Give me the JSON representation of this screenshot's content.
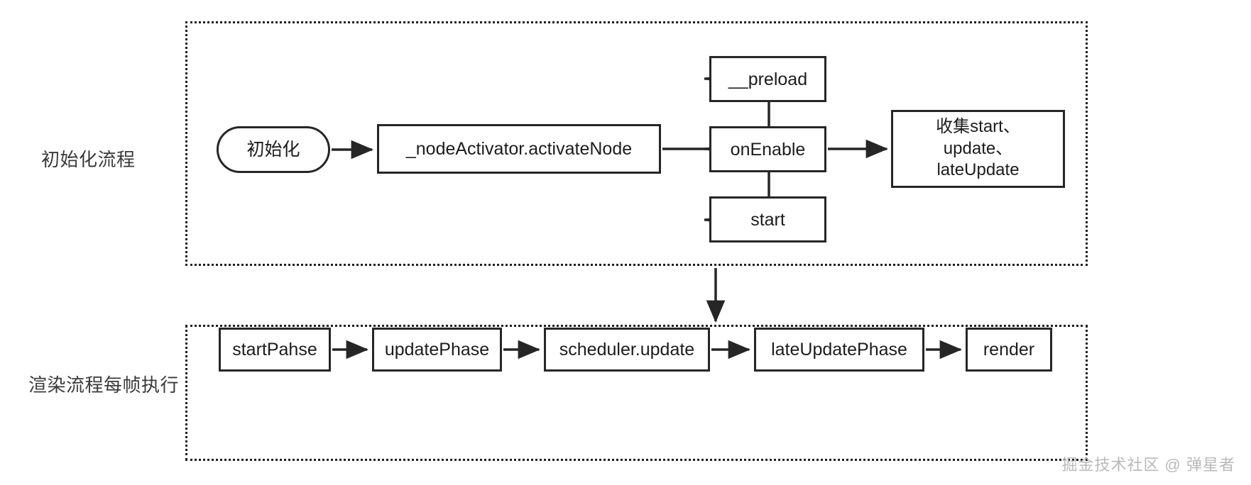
{
  "diagram": {
    "title_rows": [
      {
        "id": "init",
        "label": "初始化流程"
      },
      {
        "id": "render",
        "label": "渲染流程每帧执行"
      }
    ],
    "groups": {
      "init_label": "初始化流程",
      "render_label": "渲染流程每帧执行"
    },
    "nodes": {
      "init": "初始化",
      "activate_node": "_nodeActivator.activateNode",
      "preload": "__preload",
      "on_enable": "onEnable",
      "start": "start",
      "collect": "收集start、\nupdate、\nlateUpdate",
      "start_phase": "startPahse",
      "update_phase": "updatePhase",
      "scheduler_update": "scheduler.update",
      "late_update_phase": "lateUpdatePhase",
      "render": "render"
    },
    "edges": [
      {
        "from": "init",
        "to": "activate_node"
      },
      {
        "from": "activate_node",
        "to": "preload"
      },
      {
        "from": "activate_node",
        "to": "on_enable"
      },
      {
        "from": "activate_node",
        "to": "start"
      },
      {
        "from": "on_enable",
        "to": "collect"
      },
      {
        "from": "init_group",
        "to": "render_group"
      },
      {
        "from": "start_phase",
        "to": "update_phase"
      },
      {
        "from": "update_phase",
        "to": "scheduler_update"
      },
      {
        "from": "scheduler_update",
        "to": "late_update_phase"
      },
      {
        "from": "late_update_phase",
        "to": "render"
      }
    ],
    "colors": {
      "stroke": "#262626",
      "group_border": "#1f1f1f",
      "text": "#1c1c1c",
      "label_text": "#3a3a3a",
      "watermark": "#b9b9b9",
      "background": "#ffffff"
    },
    "watermark": "掘金技术社区 @ 弹星者"
  }
}
